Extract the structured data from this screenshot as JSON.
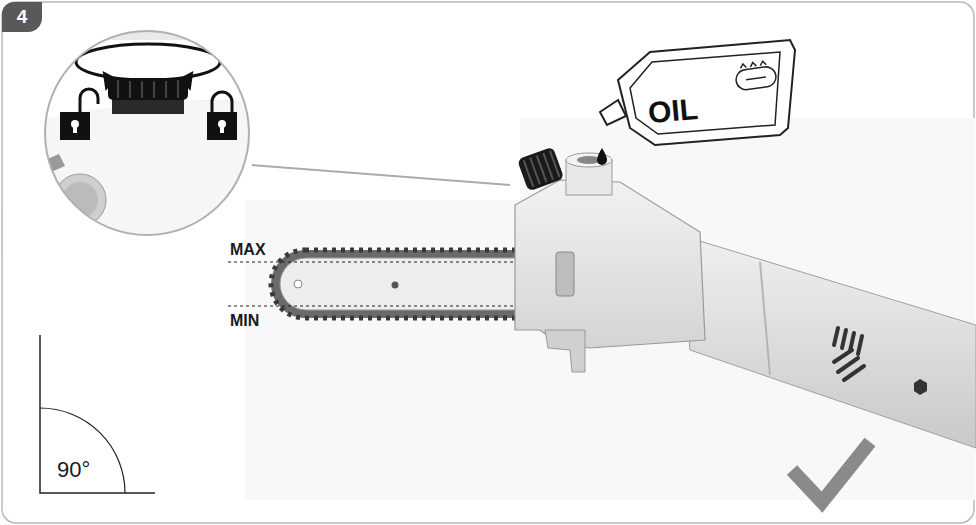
{
  "diagram": {
    "nodes": [
      {
        "text": [
          "4"
        ]
      }
    ],
    "labels": [
      "MAX",
      "MIN",
      "OIL",
      "90°"
    ]
  }
}
